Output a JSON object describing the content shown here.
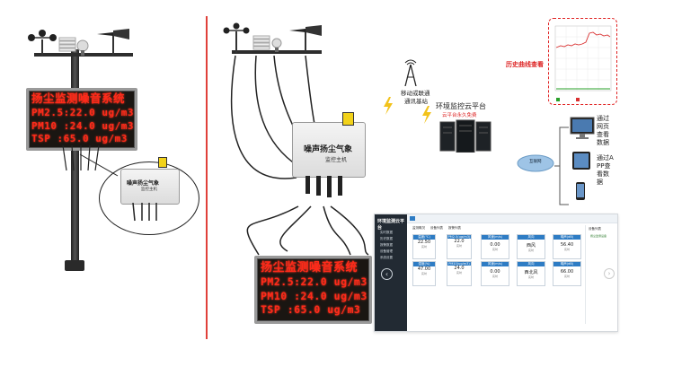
{
  "left_board": {
    "line1": "扬尘监测噪音系统",
    "line2": "PM2.5:22.0 ug/m3",
    "line3": "PM10 :24.0 ug/m3",
    "line4": "TSP  :65.0 ug/m3"
  },
  "left_controller": {
    "title": "噪声扬尘气象",
    "subtitle": "监控主机"
  },
  "main_controller": {
    "title": "噪声扬尘气象",
    "subtitle": "监控主机"
  },
  "bottom_board": {
    "line1": "扬尘监测噪音系统",
    "line2": "PM2.5:22.0 ug/m3",
    "line3": "PM10 :24.0 ug/m3",
    "line4": "TSP  :65.0 ug/m3"
  },
  "tower_label": {
    "line1": "移动或联通",
    "line2": "通讯基站"
  },
  "cloud_platform": {
    "title": "环境监控云平台",
    "subtitle": "云平台永久免费"
  },
  "history": {
    "label": "历史曲线查看"
  },
  "internet_label": "互联网",
  "devices": {
    "web_label": "通过网页查看数据",
    "app_label": "通过APP查看数据"
  },
  "dashboard": {
    "title": "环境监测云平台",
    "side_items": [
      "实时数据",
      "历史数据",
      "报警数据",
      "设备管理",
      "系统设置"
    ],
    "tabs": [
      "监测概况",
      "设备列表",
      "报警列表"
    ],
    "tiles_row1": [
      {
        "head": "温度(℃)",
        "value": "22.50",
        "sub": "实时"
      },
      {
        "head": "PM2.5(ug/m3)",
        "value": "22.0",
        "sub": "实时"
      },
      {
        "head": "风速(m/s)",
        "value": "0.00",
        "sub": "实时"
      },
      {
        "head": "风向",
        "value": "西风",
        "sub": "实时"
      },
      {
        "head": "噪声(dB)",
        "value": "56.40",
        "sub": "实时"
      }
    ],
    "tiles_row2": [
      {
        "head": "湿度(%)",
        "value": "47.00",
        "sub": "实时"
      },
      {
        "head": "PM10(ug/m3)",
        "value": "24.0",
        "sub": "实时"
      },
      {
        "head": "风速(m/s)",
        "value": "0.00",
        "sub": "实时"
      },
      {
        "head": "风向",
        "value": "西北风",
        "sub": "实时"
      },
      {
        "head": "噪声(dB)",
        "value": "66.00",
        "sub": "实时"
      }
    ],
    "right_panel": {
      "title": "设备列表",
      "item": "扬尘监测设备"
    }
  },
  "colors": {
    "led_red": "#ff2a1a",
    "divider": "#e0403a",
    "accent_blue": "#2e7cc4",
    "warning_yellow": "#f2d21a"
  }
}
